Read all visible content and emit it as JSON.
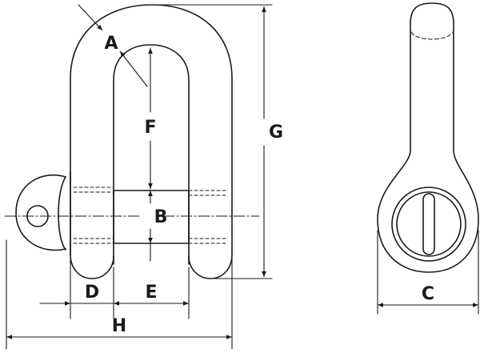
{
  "diagram": {
    "labels": {
      "A": "A",
      "B": "B",
      "C": "C",
      "D": "D",
      "E": "E",
      "F": "F",
      "G": "G",
      "H": "H"
    },
    "colors": {
      "stroke": "#1a1a1a",
      "background": "#ffffff"
    }
  }
}
